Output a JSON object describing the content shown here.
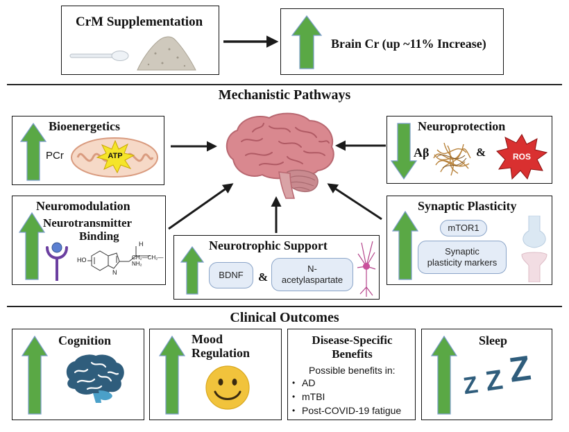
{
  "supplementation": {
    "title": "CrM Supplementation"
  },
  "brain_cr": {
    "label": "Brain Cr (up ~11% Increase)"
  },
  "sections": {
    "mechanistic": "Mechanistic Pathways",
    "clinical": "Clinical Outcomes"
  },
  "bioenergetics": {
    "title": "Bioenergetics",
    "pcr": "PCr",
    "atp": "ATP"
  },
  "neuroprotection": {
    "title": "Neuroprotection",
    "abeta": "Aβ",
    "amp": "&",
    "ros": "ROS"
  },
  "neuromodulation": {
    "title": "Neuromodulation",
    "subtitle_line1": "Neurotransmitter",
    "subtitle_line2": "Binding",
    "chem_ho": "HO",
    "chem_nh": "N",
    "chem_h": "H",
    "chem_chain": "CH₂—CH₂—NH₂"
  },
  "neurotrophic": {
    "title": "Neurotrophic Support",
    "bdnf": "BDNF",
    "amp": "&",
    "naa_line1": "N-",
    "naa_line2": "acetylaspartate"
  },
  "synaptic": {
    "title": "Synaptic Plasticity",
    "mtor": "mTOR1",
    "markers_line1": "Synaptic",
    "markers_line2": "plasticity markers"
  },
  "outcomes": {
    "cognition": {
      "title": "Cognition"
    },
    "mood": {
      "title_line1": "Mood",
      "title_line2": "Regulation"
    },
    "disease": {
      "title_line1": "Disease-Specific",
      "title_line2": "Benefits",
      "intro": "Possible benefits in:",
      "items": [
        "AD",
        "mTBI",
        "Post-COVID-19 fatigue"
      ]
    },
    "sleep": {
      "title": "Sleep",
      "z": "Z"
    }
  },
  "colors": {
    "up_arrow": "#5aa845",
    "up_arrow_outline": "#7a9cc9",
    "down_arrow": "#5aa845",
    "ros": "#d93030",
    "atp": "#f5e52a",
    "brain_pink": "#d9888f",
    "icon_blue": "#2f5d7c",
    "smiley": "#f1c33c"
  }
}
